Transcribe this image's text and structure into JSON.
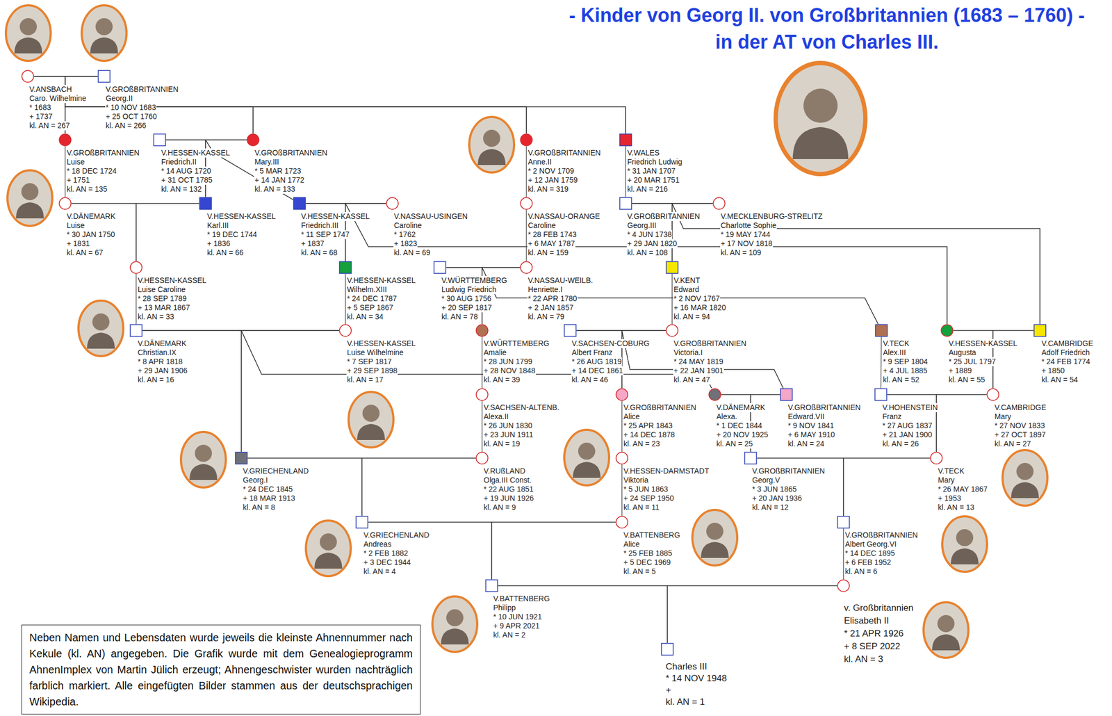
{
  "diagram": {
    "title": "- Kinder von Georg II. von Großbritannien (1683 – 1760) - in der AT von Charles III.",
    "caption": "Neben Namen und Lebensdaten wurde jeweils die kleinste Ahnennummer nach Kekule (kl. AN) angegeben. Die Grafik wurde mit dem Genealogieprogramm AhnenImplex von Martin Jülich erzeugt; Ahnengeschwister wurden nachträglich farblich markiert. Alle eingefügten Bilder stammen aus der deutschsprachigen Wikipedia.",
    "nodes": [
      {
        "text": [
          "V.ANSBACH",
          "Caro. Wilhelmine",
          "* 1683",
          "+ 1737",
          "kl. AN = 267"
        ]
      },
      {
        "text": [
          "V.GROßBRITANNIEN",
          "Georg.II",
          "* 10 NOV 1683",
          "+ 25 OCT 1760",
          "kl. AN = 266"
        ]
      },
      {
        "text": [
          "V.GROßBRITANNIEN",
          "Luise",
          "* 18 DEC 1724",
          "+ 1751",
          "kl. AN = 135"
        ]
      },
      {
        "text": [
          "V.HESSEN-KASSEL",
          "Friedrich.II",
          "* 14 AUG 1720",
          "+ 31 OCT 1785",
          "kl. AN = 132"
        ]
      },
      {
        "text": [
          "V.GROßBRITANNIEN",
          "Mary.III",
          "* 5 MAR 1723",
          "+ 14 JAN 1772",
          "kl. AN = 133"
        ]
      },
      {
        "text": [
          "V.GROßBRITANNIEN",
          "Anne.II",
          "* 2 NOV 1709",
          "+ 12 JAN 1759",
          "kl. AN = 319"
        ]
      },
      {
        "text": [
          "V.WALES",
          "Friedrich Ludwig",
          "* 31 JAN 1707",
          "+ 20 MAR 1751",
          "kl. AN = 216"
        ]
      },
      {
        "text": [
          "V.DÄNEMARK",
          "Luise",
          "* 30 JAN 1750",
          "+ 1831",
          "kl. AN = 67"
        ]
      },
      {
        "text": [
          "V.HESSEN-KASSEL",
          "Karl.III",
          "* 19 DEC 1744",
          "+ 1836",
          "kl. AN = 66"
        ]
      },
      {
        "text": [
          "V.HESSEN-KASSEL",
          "Friedrich.III",
          "* 11 SEP 1747",
          "+ 1837",
          "kl. AN = 68"
        ]
      },
      {
        "text": [
          "V.NASSAU-USINGEN",
          "Caroline",
          "* 1762",
          "+ 1823",
          "kl. AN = 69"
        ]
      },
      {
        "text": [
          "V.NASSAU-ORANGE",
          "Caroline",
          "* 28 FEB 1743",
          "+ 6 MAY 1787",
          "kl. AN = 159"
        ]
      },
      {
        "text": [
          "V.GROßBRITANNIEN",
          "Georg.III",
          "* 4 JUN 1738",
          "+ 29 JAN 1820",
          "kl. AN = 108"
        ]
      },
      {
        "text": [
          "V.MECKLENBURG-STRELITZ",
          "Charlotte Sophie",
          "* 19 MAY 1744",
          "+ 17 NOV 1818",
          "kl. AN = 109"
        ]
      },
      {
        "text": [
          "V.HESSEN-KASSEL",
          "Luise Caroline",
          "* 28 SEP 1789",
          "+ 13 MAR 1867",
          "kl. AN = 33"
        ]
      },
      {
        "text": [
          "V.HESSEN-KASSEL",
          "Wilhelm.XIII",
          "* 24 DEC 1787",
          "+ 5 SEP 1867",
          "kl. AN = 34"
        ]
      },
      {
        "text": [
          "V.WÜRTTEMBERG",
          "Ludwig Friedrich",
          "* 30 AUG 1756",
          "+ 20 SEP 1817",
          "kl. AN = 78"
        ]
      },
      {
        "text": [
          "V.NASSAU-WEILB.",
          "Henriette.I",
          "* 22 APR 1780",
          "+ 2 JAN 1857",
          "kl. AN = 79"
        ]
      },
      {
        "text": [
          "V.KENT",
          "Edward",
          "* 2 NOV 1767",
          "+ 16 MAR 1820",
          "kl. AN = 94"
        ]
      },
      {
        "text": [
          "V.DÄNEMARK",
          "Christian.IX",
          "* 8 APR 1818",
          "+ 29 JAN 1906",
          "kl. AN = 16"
        ]
      },
      {
        "text": [
          "V.HESSEN-KASSEL",
          "Luise Wilhelmine",
          "* 7 SEP 1817",
          "+ 29 SEP 1898",
          "kl. AN = 17"
        ]
      },
      {
        "text": [
          "V.WÜRTTEMBERG",
          "Amalie",
          "* 28 JUN 1799",
          "+ 28 NOV 1848",
          "kl. AN = 39"
        ]
      },
      {
        "text": [
          "V.SACHSEN-COBURG",
          "Albert Franz",
          "* 26 AUG 1819",
          "+ 14 DEC 1861",
          "kl. AN = 46"
        ]
      },
      {
        "text": [
          "V.GROßBRITANNIEN",
          "Victoria.I",
          "* 24 MAY 1819",
          "+ 22 JAN 1901",
          "kl. AN = 47"
        ]
      },
      {
        "text": [
          "V.TECK",
          "Alex.III",
          "* 9 SEP 1804",
          "+ 4 JUL 1885",
          "kl. AN = 52"
        ]
      },
      {
        "text": [
          "V.HESSEN-KASSEL",
          "Augusta",
          "* 25 JUL 1797",
          "+ 1889",
          "kl. AN = 55"
        ]
      },
      {
        "text": [
          "V.CAMBRIDGE",
          "Adolf Friedrich",
          "* 24 FEB 1774",
          "+ 1850",
          "kl. AN = 54"
        ]
      },
      {
        "text": [
          "V.SACHSEN-ALTENB.",
          "Alexa.II",
          "* 26 JUN 1830",
          "+ 23 JUN 1911",
          "kl. AN = 19"
        ]
      },
      {
        "text": [
          "V.GROßBRITANNIEN",
          "Alice",
          "* 25 APR 1843",
          "+ 14 DEC 1878",
          "kl. AN = 23"
        ]
      },
      {
        "text": [
          "V.DÄNEMARK",
          "Alexa.",
          "* 1 DEC 1844",
          "+ 20 NOV 1925",
          "kl. AN = 25"
        ]
      },
      {
        "text": [
          "V.GROßBRITANNIEN",
          "Edward.VII",
          "* 9 NOV 1841",
          "+ 6 MAY 1910",
          "kl. AN = 24"
        ]
      },
      {
        "text": [
          "V.HOHENSTEIN",
          "Franz",
          "* 27 AUG 1837",
          "+ 21 JAN 1900",
          "kl. AN = 26"
        ]
      },
      {
        "text": [
          "V.CAMBRIDGE",
          "Mary",
          "* 27 NOV 1833",
          "+ 27 OCT 1897",
          "kl. AN = 27"
        ]
      },
      {
        "text": [
          "V.GRIECHENLAND",
          "Georg.I",
          "* 24 DEC 1845",
          "+ 18 MAR 1913",
          "kl. AN = 8"
        ]
      },
      {
        "text": [
          "V.RUßLAND",
          "Olga.III Const.",
          "* 22 AUG 1851",
          "+ 19 JUN 1926",
          "kl. AN = 9"
        ]
      },
      {
        "text": [
          "V.HESSEN-DARMSTADT",
          "Viktoria",
          "* 5 JUN 1863",
          "+ 24 SEP 1950",
          "kl. AN = 11"
        ]
      },
      {
        "text": [
          "V.GROßBRITANNIEN",
          "Georg.V",
          "* 3 JUN 1865",
          "+ 20 JAN 1936",
          "kl. AN = 12"
        ]
      },
      {
        "text": [
          "V.TECK",
          "Mary",
          "* 26 MAY 1867",
          "+ 1953",
          "kl. AN = 13"
        ]
      },
      {
        "text": [
          "V.GRIECHENLAND",
          "Andreas",
          "* 2 FEB 1882",
          "+ 3 DEC 1944",
          "kl. AN = 4"
        ]
      },
      {
        "text": [
          "V.BATTENBERG",
          "Alice",
          "* 25 FEB 1885",
          "+ 5 DEC 1969",
          "kl. AN = 5"
        ]
      },
      {
        "text": [
          "V.GROßBRITANNIEN",
          "Albert Georg.VI",
          "* 14 DEC 1895",
          "+ 6 FEB 1952",
          "kl. AN = 6"
        ]
      },
      {
        "text": [
          "V.BATTENBERG",
          "Philipp",
          "* 10 JUN 1921",
          "+ 9 APR 2021",
          "kl. AN = 2"
        ]
      },
      {
        "text": [
          "v. Großbritannien",
          "Elisabeth II",
          "* 21 APR 1926",
          "+ 8 SEP 2022",
          "kl. AN = 3"
        ]
      },
      {
        "text": [
          "Charles III",
          "* 14 NOV 1948",
          "+",
          "kl. AN = 1"
        ]
      }
    ],
    "edges": [
      {
        "from": 0,
        "to": 1,
        "arrow": "none"
      },
      {
        "from": 3,
        "to": 4,
        "arrow": "none"
      },
      {
        "from": 7,
        "to": 8,
        "arrow": "none"
      },
      {
        "from": 9,
        "to": 10,
        "arrow": "none"
      },
      {
        "from": 12,
        "to": 13,
        "arrow": "none"
      },
      {
        "from": 16,
        "to": 17,
        "arrow": "none"
      },
      {
        "from": 19,
        "to": 20,
        "arrow": "none"
      },
      {
        "from": 22,
        "to": 23,
        "arrow": "none"
      },
      {
        "from": 25,
        "to": 26,
        "arrow": "none"
      },
      {
        "from": 29,
        "to": 30,
        "arrow": "none"
      },
      {
        "from": 31,
        "to": 32,
        "arrow": "none"
      },
      {
        "from": 33,
        "to": 34,
        "arrow": "none"
      },
      {
        "from": 36,
        "to": 37,
        "arrow": "none"
      },
      {
        "from": 38,
        "to": 39,
        "arrow": "none"
      },
      {
        "from": 41,
        "to": 42,
        "arrow": "none"
      },
      {
        "from": 0,
        "to": 2,
        "arrow": "none"
      },
      {
        "from": 1,
        "to": 2,
        "arrow": "none"
      },
      {
        "from": 0,
        "to": 4,
        "arrow": "none"
      },
      {
        "from": 1,
        "to": 4,
        "arrow": "none"
      },
      {
        "from": 0,
        "to": 5,
        "arrow": "none"
      },
      {
        "from": 1,
        "to": 5,
        "arrow": "none"
      },
      {
        "from": 0,
        "to": 6,
        "arrow": "none"
      },
      {
        "from": 1,
        "to": 6,
        "arrow": "none"
      },
      {
        "from": 2,
        "to": 7,
        "arrow": "none"
      },
      {
        "from": 3,
        "to": 8,
        "arrow": "none"
      },
      {
        "from": 4,
        "to": 8,
        "arrow": "none"
      },
      {
        "from": 3,
        "to": 9,
        "arrow": "none"
      },
      {
        "from": 4,
        "to": 9,
        "arrow": "none"
      },
      {
        "from": 5,
        "to": 11,
        "arrow": "none"
      },
      {
        "from": 6,
        "to": 12,
        "arrow": "none"
      },
      {
        "from": 7,
        "to": 14,
        "arrow": "none"
      },
      {
        "from": 8,
        "to": 14,
        "arrow": "none"
      },
      {
        "from": 9,
        "to": 15,
        "arrow": "none"
      },
      {
        "from": 10,
        "to": 15,
        "arrow": "none"
      },
      {
        "from": 9,
        "to": 25,
        "arrow": "none"
      },
      {
        "from": 10,
        "to": 25,
        "arrow": "none"
      },
      {
        "from": 11,
        "to": 17,
        "arrow": "none"
      },
      {
        "from": 12,
        "to": 18,
        "arrow": "none"
      },
      {
        "from": 13,
        "to": 18,
        "arrow": "none"
      },
      {
        "from": 12,
        "to": 26,
        "arrow": "none"
      },
      {
        "from": 13,
        "to": 26,
        "arrow": "none"
      },
      {
        "from": 14,
        "to": 19,
        "arrow": "none"
      },
      {
        "from": 15,
        "to": 20,
        "arrow": "none"
      },
      {
        "from": 16,
        "to": 21,
        "arrow": "none"
      },
      {
        "from": 17,
        "to": 21,
        "arrow": "none"
      },
      {
        "from": 16,
        "to": 24,
        "arrow": "none"
      },
      {
        "from": 17,
        "to": 24,
        "arrow": "none"
      },
      {
        "from": 18,
        "to": 23,
        "arrow": "none"
      },
      {
        "from": 19,
        "to": 33,
        "arrow": "none"
      },
      {
        "from": 20,
        "to": 33,
        "arrow": "none"
      },
      {
        "from": 19,
        "to": 29,
        "arrow": "none"
      },
      {
        "from": 20,
        "to": 29,
        "arrow": "none"
      },
      {
        "from": 21,
        "to": 27,
        "arrow": "none"
      },
      {
        "from": 22,
        "to": 28,
        "arrow": "none"
      },
      {
        "from": 23,
        "to": 28,
        "arrow": "none"
      },
      {
        "from": 22,
        "to": 30,
        "arrow": "none"
      },
      {
        "from": 23,
        "to": 30,
        "arrow": "none"
      },
      {
        "from": 24,
        "to": 31,
        "arrow": "none"
      },
      {
        "from": 25,
        "to": 32,
        "arrow": "none"
      },
      {
        "from": 26,
        "to": 32,
        "arrow": "none"
      },
      {
        "from": 27,
        "to": 34,
        "arrow": "none"
      },
      {
        "from": 28,
        "to": 35,
        "arrow": "none"
      },
      {
        "from": 29,
        "to": 36,
        "arrow": "none"
      },
      {
        "from": 30,
        "to": 36,
        "arrow": "none"
      },
      {
        "from": 31,
        "to": 37,
        "arrow": "none"
      },
      {
        "from": 32,
        "to": 37,
        "arrow": "none"
      },
      {
        "from": 33,
        "to": 38,
        "arrow": "none"
      },
      {
        "from": 34,
        "to": 38,
        "arrow": "none"
      },
      {
        "from": 35,
        "to": 39,
        "arrow": "none"
      },
      {
        "from": 36,
        "to": 40,
        "arrow": "none"
      },
      {
        "from": 37,
        "to": 40,
        "arrow": "none"
      },
      {
        "from": 38,
        "to": 41,
        "arrow": "none"
      },
      {
        "from": 39,
        "to": 41,
        "arrow": "none"
      },
      {
        "from": 40,
        "to": 42,
        "arrow": "none"
      },
      {
        "from": 41,
        "to": 43,
        "arrow": "none"
      },
      {
        "from": 42,
        "to": 43,
        "arrow": "none"
      }
    ]
  }
}
